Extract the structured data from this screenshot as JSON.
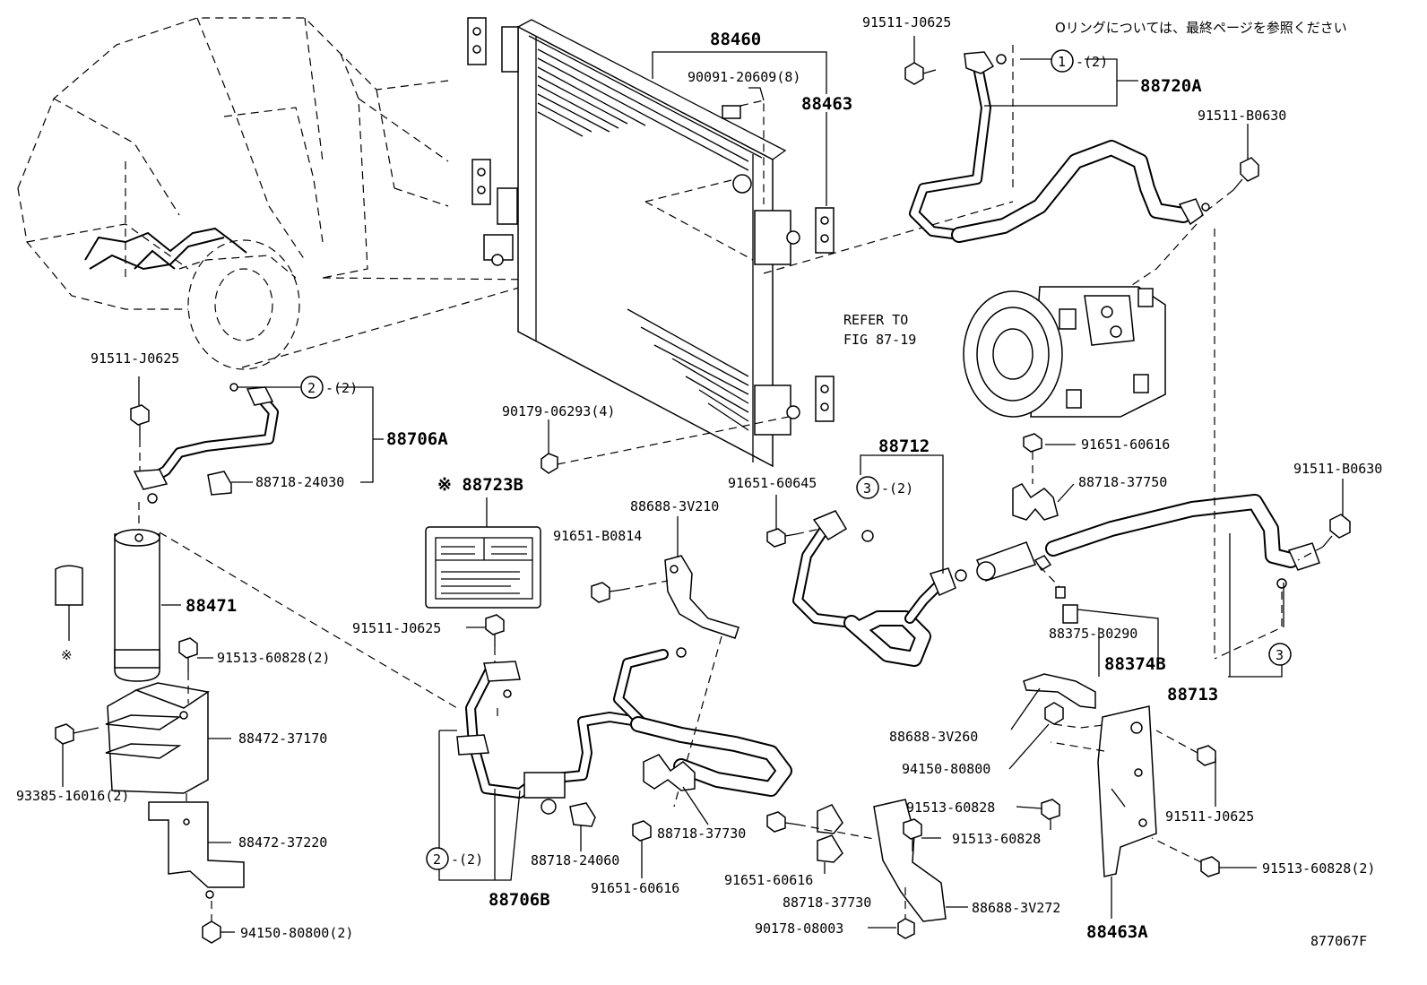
{
  "note_jp": "Oリングについては、最終ページを参照ください",
  "figure_id": "877067F",
  "refer_to": [
    "REFER TO",
    "FIG 87-19"
  ],
  "circles": [
    "1",
    "2",
    "3",
    "2",
    "3"
  ],
  "qty_2": "-(2)",
  "labels": {
    "p88460": "88460",
    "p90091": "90091-20609(8)",
    "p88463": "88463",
    "p91511_j0625_top": "91511-J0625",
    "p88720A": "88720A",
    "p91511_b0630_top": "91511-B0630",
    "p91511_j0625_left": "91511-J0625",
    "p88706A": "88706A",
    "p88718_24030": "88718-24030",
    "p90179": "90179-06293(4)",
    "p88712": "88712",
    "p91651_60616_mid": "91651-60616",
    "p88718_37750": "88718-37750",
    "p91511_b0630_right": "91511-B0630",
    "p88723B": "※ 88723B",
    "p88688_3v210": "88688-3V210",
    "p91651_60645": "91651-60645",
    "p91651_b0814": "91651-B0814",
    "p88471": "88471",
    "p91511_j0625_mid": "91511-J0625",
    "p91513_60828_2": "91513-60828(2)",
    "p88375": "88375-30290",
    "p88374B": "88374B",
    "p88713": "88713",
    "p88472_37170": "88472-37170",
    "p88688_3v260": "88688-3V260",
    "p93385": "93385-16016(2)",
    "p94150_80800": "94150-80800",
    "p91513_60828_a": "91513-60828",
    "p91511_j0625_br": "91511-J0625",
    "p88718_37730_a": "88718-37730",
    "p91513_60828_b": "91513-60828",
    "p88472_37220": "88472-37220",
    "p88718_24060": "88718-24060",
    "p91651_60616_bot": "91651-60616",
    "p91513_60828_2b": "91513-60828(2)",
    "p88718_37730_b": "88718-37730",
    "p88688_3v272": "88688-3V272",
    "p88706B": "88706B",
    "p94150_80800_2": "94150-80800(2)",
    "p90178": "90178-08003",
    "p88463A": "88463A",
    "kome": "※"
  }
}
